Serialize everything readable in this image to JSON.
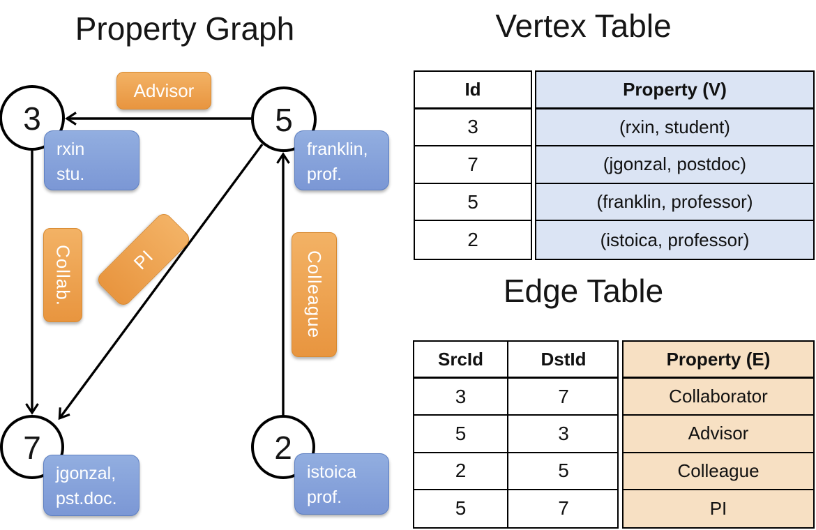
{
  "graph": {
    "title": "Property Graph",
    "node_ids": {
      "n3": "3",
      "n5": "5",
      "n7": "7",
      "n2": "2"
    },
    "props": {
      "n3": [
        "rxin",
        "stu."
      ],
      "n5": [
        "franklin,",
        "prof."
      ],
      "n7": [
        "jgonzal,",
        "pst.doc."
      ],
      "n2": [
        "istoica",
        "prof."
      ]
    },
    "edge_labels": {
      "advisor": "Advisor",
      "collab": "Collab.",
      "pi": "PI",
      "colleague": "Colleague"
    }
  },
  "vertex_table": {
    "title": "Vertex Table",
    "headers": {
      "id": "Id",
      "property": "Property (V)"
    },
    "rows": [
      {
        "id": "3",
        "property": "(rxin, student)"
      },
      {
        "id": "7",
        "property": "(jgonzal, postdoc)"
      },
      {
        "id": "5",
        "property": "(franklin, professor)"
      },
      {
        "id": "2",
        "property": "(istoica, professor)"
      }
    ]
  },
  "edge_table": {
    "title": "Edge Table",
    "headers": {
      "src": "SrcId",
      "dst": "DstId",
      "property": "Property (E)"
    },
    "rows": [
      {
        "src": "3",
        "dst": "7",
        "property": "Collaborator"
      },
      {
        "src": "5",
        "dst": "3",
        "property": "Advisor"
      },
      {
        "src": "2",
        "dst": "5",
        "property": "Colleague"
      },
      {
        "src": "5",
        "dst": "7",
        "property": "PI"
      }
    ]
  },
  "colors": {
    "orange-top": "#f3b265",
    "orange-bottom": "#e8953f",
    "orange-border": "#d8892f",
    "blue-top": "#92aee0",
    "blue-bottom": "#7b97d5",
    "blue-border": "#5d7fc1",
    "vertex-cell-bg": "#dbe4f4",
    "edge-cell-bg": "#f7e0c3",
    "ink": "#000000",
    "text-light": "#ffffff"
  }
}
